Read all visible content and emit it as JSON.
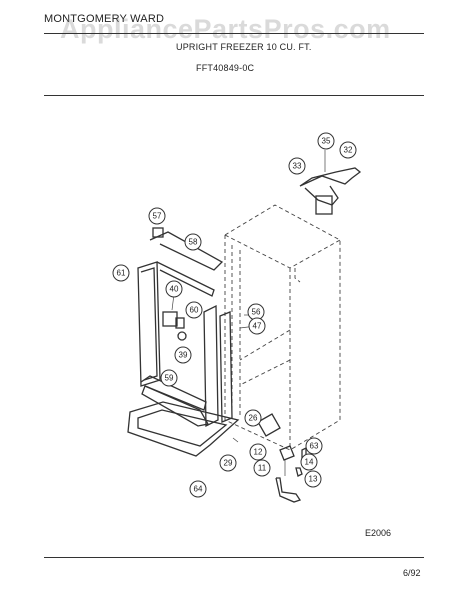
{
  "header": {
    "brand": "MONTGOMERY WARD",
    "model_description": "UPRIGHT FREEZER 10 CU. FT.",
    "model_number": "FFT40849-0C"
  },
  "watermark": "AppliancePartsPros.com",
  "footer": {
    "diagram_code": "E2006",
    "date": "6/92"
  },
  "callouts": [
    {
      "id": "35",
      "label": "35"
    },
    {
      "id": "32",
      "label": "32"
    },
    {
      "id": "33",
      "label": "33"
    },
    {
      "id": "57",
      "label": "57"
    },
    {
      "id": "58",
      "label": "58"
    },
    {
      "id": "61",
      "label": "61"
    },
    {
      "id": "40",
      "label": "40"
    },
    {
      "id": "60",
      "label": "60"
    },
    {
      "id": "56",
      "label": "56"
    },
    {
      "id": "47",
      "label": "47"
    },
    {
      "id": "39",
      "label": "39"
    },
    {
      "id": "59",
      "label": "59"
    },
    {
      "id": "26",
      "label": "26"
    },
    {
      "id": "63",
      "label": "63"
    },
    {
      "id": "12",
      "label": "12"
    },
    {
      "id": "29",
      "label": "29"
    },
    {
      "id": "11",
      "label": "11"
    },
    {
      "id": "14",
      "label": "14"
    },
    {
      "id": "13",
      "label": "13"
    },
    {
      "id": "64",
      "label": "64"
    }
  ]
}
